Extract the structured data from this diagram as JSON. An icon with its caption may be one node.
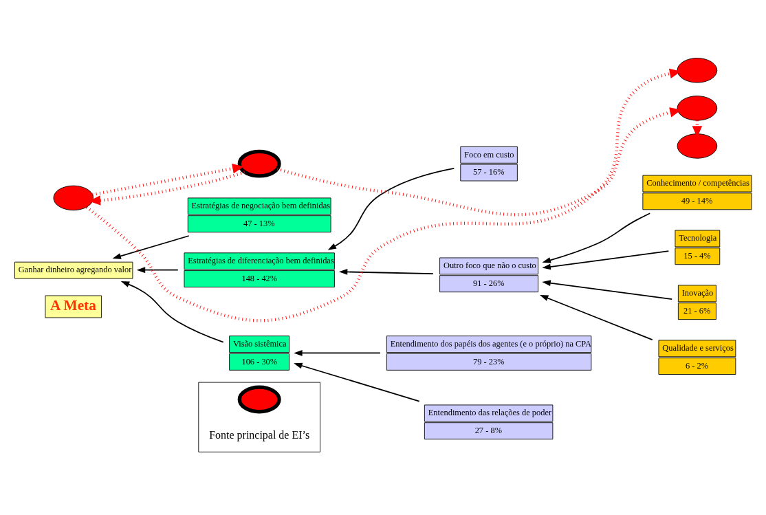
{
  "diagram": {
    "nodes": [
      {
        "text": [
          "Ganhar dinheiro agregando valor"
        ]
      },
      {
        "text": [
          "A Meta"
        ]
      },
      {
        "text": [
          "Estratégias de negociação bem definidas",
          "47 - 13%"
        ]
      },
      {
        "text": [
          "Foco em custo",
          "57 - 16%"
        ]
      },
      {
        "text": [
          "Estratégias de diferenciação bem definidas",
          "148 - 42%"
        ]
      },
      {
        "text": [
          "Outro foco que não o custo",
          "91 - 26%"
        ]
      },
      {
        "text": [
          "Conhecimento / competências",
          "49 - 14%"
        ]
      },
      {
        "text": [
          "Tecnologia",
          "15 - 4%"
        ]
      },
      {
        "text": [
          "Inovação",
          "21 - 6%"
        ]
      },
      {
        "text": [
          "Qualidade e serviços",
          "6 - 2%"
        ]
      },
      {
        "text": [
          "Entendimento dos papéis dos agentes (e o próprio) na CPA",
          "79 - 23%"
        ]
      },
      {
        "text": [
          "Visão sistêmica",
          "106 - 30%"
        ]
      },
      {
        "text": [
          "Entendimento das relações de poder",
          "27 - 8%"
        ]
      },
      {
        "text": [],
        "shape": "circle"
      },
      {
        "text": [],
        "shape": "circle"
      },
      {
        "text": [],
        "shape": "circle"
      },
      {
        "text": [],
        "shape": "circle"
      },
      {
        "text": [],
        "shape": "circle"
      },
      {
        "text": [],
        "shape": "box"
      },
      {
        "text": [],
        "shape": "circle",
        "in": 18
      }
    ],
    "edges": [
      {
        "from": 2,
        "to": 0,
        "arrow": "to"
      },
      {
        "from": 4,
        "to": 0,
        "arrow": "to"
      },
      {
        "from": 11,
        "to": 0,
        "arrow": "to"
      },
      {
        "from": 3,
        "to": 4,
        "arrow": "to"
      },
      {
        "from": 5,
        "to": 4,
        "arrow": "to"
      },
      {
        "from": 6,
        "to": 5,
        "arrow": "to"
      },
      {
        "from": 7,
        "to": 5,
        "arrow": "to"
      },
      {
        "from": 8,
        "to": 5,
        "arrow": "to"
      },
      {
        "from": 9,
        "to": 5,
        "arrow": "to"
      },
      {
        "from": 10,
        "to": 11,
        "arrow": "to"
      },
      {
        "from": 12,
        "to": 11,
        "arrow": "to"
      },
      {
        "from": 13,
        "to": 15,
        "arrow": "to",
        "style": "dashed",
        "color": "#ff0000"
      },
      {
        "from": 15,
        "to": 14,
        "arrow": "to",
        "style": "dashed",
        "color": "#ff0000"
      },
      {
        "from": 17,
        "to": 13,
        "arrow": "to",
        "style": "dashed",
        "color": "#ff0000"
      },
      {
        "from": 13,
        "to": 17,
        "arrow": "to",
        "style": "dashed",
        "color": "#ff0000"
      },
      {
        "from": 17,
        "to": 16,
        "arrow": "to",
        "style": "dashed",
        "color": "#ff0000"
      }
    ],
    "legend": [
      {
        "text": "Fonte principal de EI’s"
      }
    ]
  }
}
